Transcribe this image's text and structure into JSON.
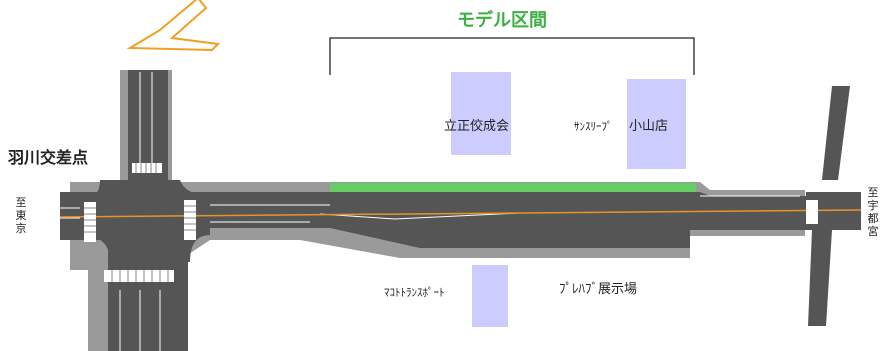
{
  "labels": {
    "model_section": "モデル区間",
    "intersection": "羽川交差点",
    "rissho": "立正佼成会",
    "sunsleep_prefix": "ｻﾝｽﾘｰﾌﾟ",
    "sunsleep_store": "小山店",
    "makoto": "ﾏｺﾄﾄﾗﾝｽﾎﾟｰﾄ",
    "prefab": "ﾌﾟﾚﾊﾌﾞ展示場",
    "to_tokyo": "至東京",
    "to_utsunomiya": "至宇都宮"
  },
  "colors": {
    "road": "#555555",
    "sidewalk": "#9a9a9a",
    "center_line": "#e8922a",
    "model_section_line": "#66cc66",
    "model_section_text": "#3cb043",
    "building": "#ccccff",
    "arrow": "#f0a020"
  },
  "icons": [
    "arrow-icon"
  ]
}
